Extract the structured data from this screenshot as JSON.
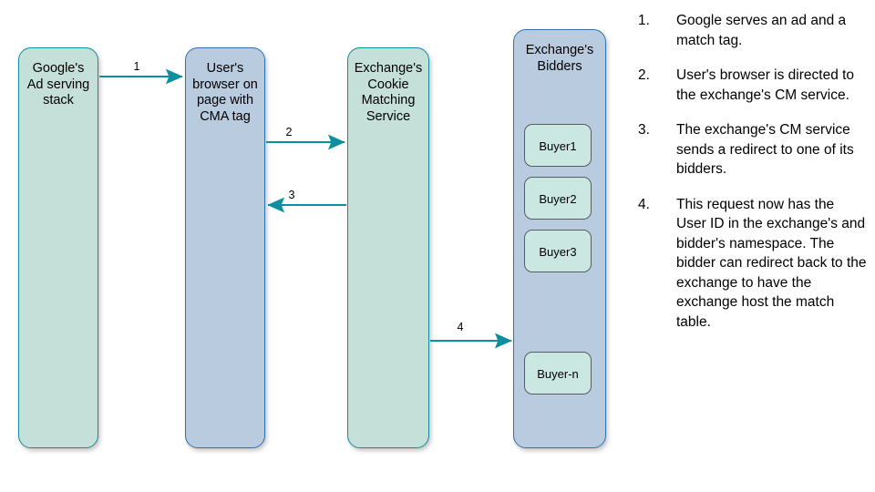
{
  "diagram": {
    "nodes": [
      {
        "id": "google-ad-serving-stack",
        "label": "Google's\nAd serving\nstack",
        "color": "green"
      },
      {
        "id": "user-browser",
        "label": "User's\nbrowser on\npage with\nCMA tag",
        "color": "blue"
      },
      {
        "id": "cookie-matching-service",
        "label": "Exchange's\nCookie\nMatching\nService",
        "color": "green"
      },
      {
        "id": "exchange-bidders",
        "label": "Exchange's\nBidders",
        "color": "blue"
      }
    ],
    "buyers": [
      {
        "id": "buyer1",
        "label": "Buyer1"
      },
      {
        "id": "buyer2",
        "label": "Buyer2"
      },
      {
        "id": "buyer3",
        "label": "Buyer3"
      },
      {
        "id": "buyer-n",
        "label": "Buyer-n"
      }
    ],
    "arrows": [
      {
        "id": "arrow-1",
        "number": "1",
        "from": "google-ad-serving-stack",
        "to": "user-browser",
        "direction": "right"
      },
      {
        "id": "arrow-2",
        "number": "2",
        "from": "user-browser",
        "to": "cookie-matching-service",
        "direction": "right"
      },
      {
        "id": "arrow-3",
        "number": "3",
        "from": "cookie-matching-service",
        "to": "user-browser",
        "direction": "left"
      },
      {
        "id": "arrow-4",
        "number": "4",
        "from": "cookie-matching-service",
        "to": "exchange-bidders",
        "direction": "right"
      }
    ],
    "colors": {
      "green_fill": "#c5e0d8",
      "blue_fill": "#b9cbdf",
      "buyer_fill": "#cbe7e2",
      "teal_border": "#128b9b",
      "blue_border": "#2f72b0",
      "arrow": "#0e8fa0",
      "background": "#ffffff",
      "text": "#000000"
    }
  },
  "steps": [
    {
      "num": "1.",
      "text": "Google serves an ad and a match tag."
    },
    {
      "num": "2.",
      "text": "User's browser is directed to the exchange's CM service."
    },
    {
      "num": "3.",
      "text": "The exchange's CM service sends a redirect to one of its bidders."
    },
    {
      "num": "4.",
      "text": "This request now has the User ID in the exchange's and bidder's namespace. The bidder can redirect back to the exchange to have the exchange host the match table."
    }
  ]
}
